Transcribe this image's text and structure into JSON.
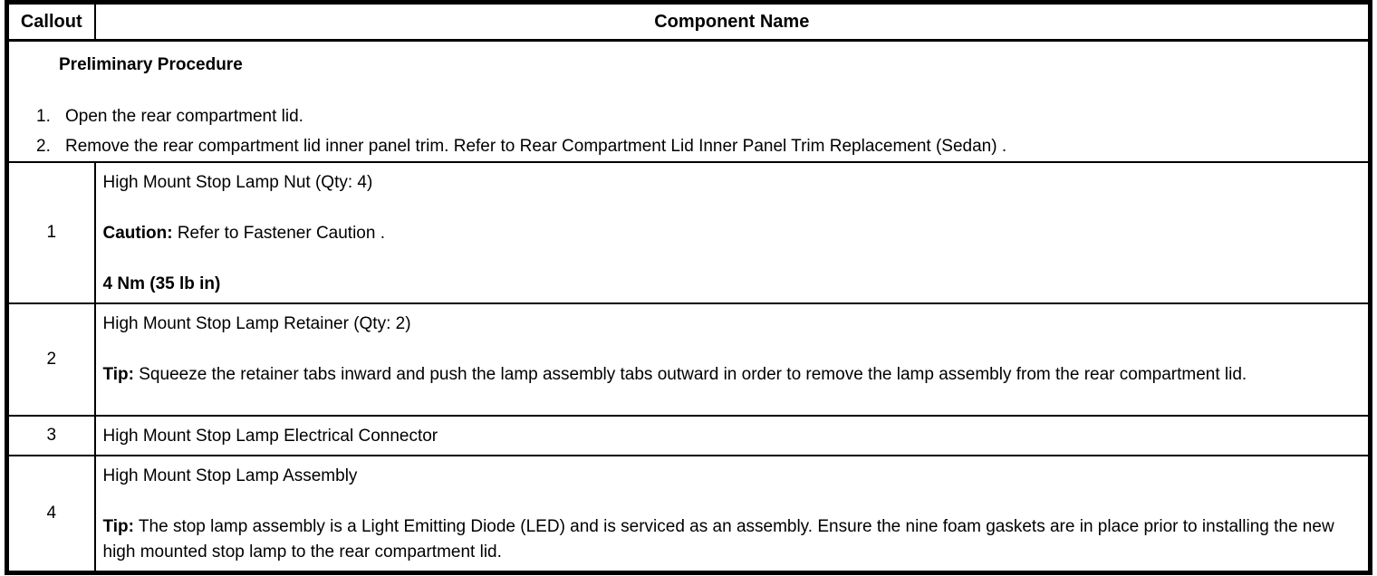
{
  "header": {
    "callout": "Callout",
    "component": "Component Name"
  },
  "preliminary": {
    "title": "Preliminary Procedure",
    "steps": [
      {
        "num": "1.",
        "text": "Open the rear compartment lid."
      },
      {
        "num": "2.",
        "text": "Remove the rear compartment lid inner panel trim. Refer to Rear Compartment Lid Inner Panel Trim Replacement (Sedan) ."
      }
    ]
  },
  "rows": [
    {
      "callout": "1",
      "name": "High Mount Stop Lamp Nut (Qty: 4)",
      "note_label": "Caution:",
      "note_text": " Refer to Fastener Caution .",
      "torque": "4 Nm (35 lb in)"
    },
    {
      "callout": "2",
      "name": "High Mount Stop Lamp Retainer (Qty: 2)",
      "note_label": "Tip:",
      "note_text": " Squeeze the retainer tabs inward and push the lamp assembly tabs outward in order to remove the lamp assembly from the rear compartment lid."
    },
    {
      "callout": "3",
      "name": "High Mount Stop Lamp Electrical Connector"
    },
    {
      "callout": "4",
      "name": "High Mount Stop Lamp Assembly",
      "note_label": "Tip:",
      "note_text": " The stop lamp assembly is a Light Emitting Diode (LED) and is serviced as an assembly. Ensure the nine foam gaskets are in place prior to installing the new high mounted stop lamp to the rear compartment lid."
    }
  ],
  "colors": {
    "border": "#000000",
    "background": "#ffffff",
    "text": "#000000"
  }
}
